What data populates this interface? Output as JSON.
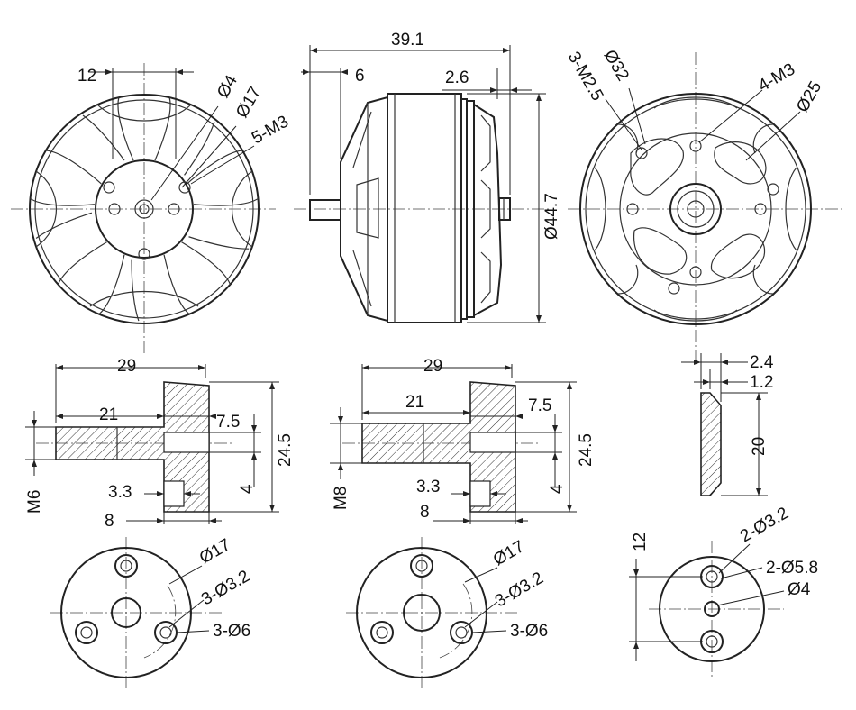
{
  "labels": {
    "front_12": "12",
    "front_d4": "Ø4",
    "front_d17": "Ø17",
    "front_5m3": "5-M3",
    "side_39_1": "39.1",
    "side_6": "6",
    "side_2_6": "2.6",
    "side_d44_7": "Ø44.7",
    "rear_3m2_5": "3-M2.5",
    "rear_d32": "Ø32",
    "rear_4m3": "4-M3",
    "rear_d25": "Ø25",
    "adapter1_29": "29",
    "adapter1_21": "21",
    "adapter1_7_5": "7.5",
    "adapter1_24_5": "24.5",
    "adapter1_3_3": "3.3",
    "adapter1_4": "4",
    "adapter1_8": "8",
    "adapter1_m6": "M6",
    "adapter2_29": "29",
    "adapter2_21": "21",
    "adapter2_7_5": "7.5",
    "adapter2_24_5": "24.5",
    "adapter2_3_3": "3.3",
    "adapter2_4": "4",
    "adapter2_8": "8",
    "adapter2_m8": "M8",
    "plate_2_4": "2.4",
    "plate_1_2": "1.2",
    "plate_20": "20",
    "base1_d17": "Ø17",
    "base1_3d3_2": "3-Ø3.2",
    "base1_3d6": "3-Ø6",
    "base2_d17": "Ø17",
    "base2_3d3_2": "3-Ø3.2",
    "base2_3d6": "3-Ø6",
    "plate_12": "12",
    "plate_2d3_2": "2-Ø3.2",
    "plate_2d5_8": "2-Ø5.8",
    "plate_d4": "Ø4"
  }
}
